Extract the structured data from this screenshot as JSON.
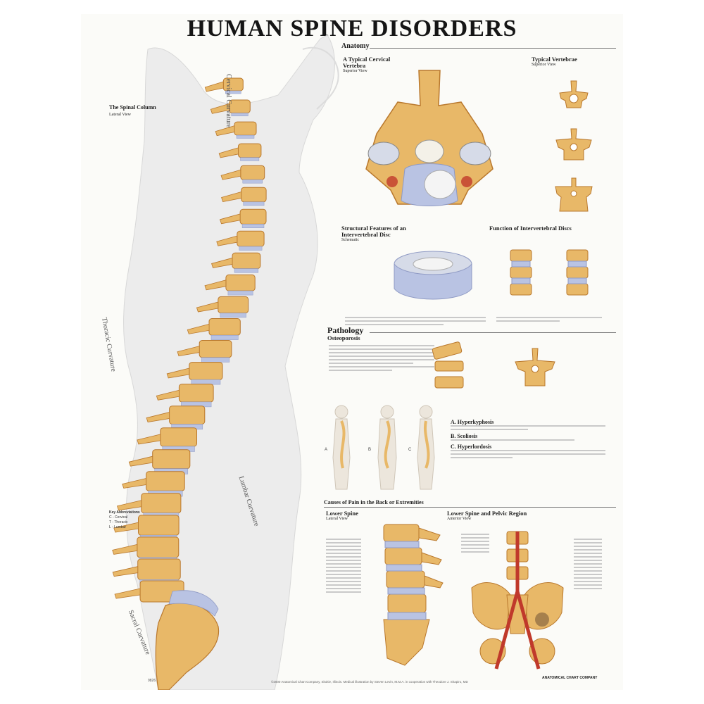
{
  "poster": {
    "title": "HUMAN SPINE DISORDERS",
    "code": "9826",
    "credit": "©2000 Anatomical Chart Company, Skokie, Illinois. Medical illustration by Steven Levin, M.M.A. in cooperation with Theodore J. Shapiro, MD",
    "logo_text": "ANATOMICAL CHART COMPANY"
  },
  "spinal_column": {
    "title": "The Spinal Column",
    "subtitle": "Lateral View",
    "curvatures": {
      "cervical": "Cervical Curvature",
      "thoracic": "Thoracic Curvature",
      "lumbar": "Lumbar Curvature",
      "sacral": "Sacral Curvature"
    },
    "key": {
      "title": "Key Abbreviations",
      "items": [
        "C - Cervical",
        "T - Thoracic",
        "L - Lumbar"
      ]
    }
  },
  "anatomy": {
    "heading": "Anatomy",
    "cervical": {
      "title": "A Typical Cervical Vertebra",
      "subtitle": "Superior View"
    },
    "typical": {
      "title": "Typical Vertebrae",
      "subtitle": "Superior View"
    },
    "disc_structure": {
      "title": "Structural Features of an Intervertebral Disc",
      "subtitle": "Schematic"
    },
    "disc_function": {
      "title": "Function of Intervertebral Discs"
    }
  },
  "pathology": {
    "heading": "Pathology",
    "osteoporosis": "Osteoporosis",
    "curvature_items": [
      {
        "letter": "A",
        "name": "A. Hyperkyphosis"
      },
      {
        "letter": "B",
        "name": "B. Scoliosis"
      },
      {
        "letter": "C",
        "name": "C. Hyperlordosis"
      }
    ]
  },
  "causes": {
    "title": "Causes of Pain in the Back or Extremities",
    "lateral": {
      "title": "Lower Spine",
      "subtitle": "Lateral View"
    },
    "anterior": {
      "title": "Lower Spine and Pelvic Region",
      "subtitle": "Anterior View"
    }
  },
  "colors": {
    "bone": "#e8b868",
    "bone_dark": "#b9782d",
    "disc": "#b9c3e3",
    "artery": "#c0392b",
    "skin": "#ececec"
  }
}
